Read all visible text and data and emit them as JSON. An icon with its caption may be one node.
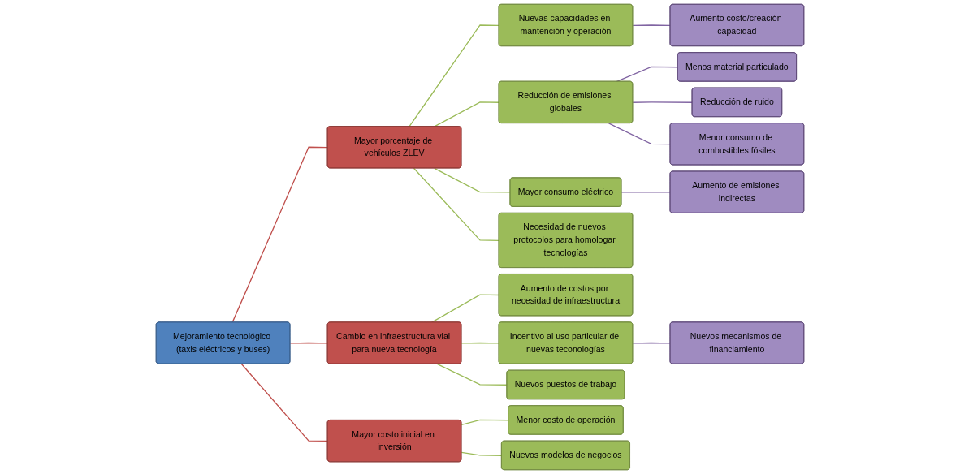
{
  "diagram": {
    "nodes": [
      {
        "text": [
          "Mejoramiento tecnológico (taxis eléctricos y buses)"
        ]
      },
      {
        "text": [
          "Mayor porcentaje de vehículos ZLEV"
        ]
      },
      {
        "text": [
          "Nuevas capacidades en mantención y operación"
        ]
      },
      {
        "text": [
          "Aumento costo/creación capacidad"
        ]
      },
      {
        "text": [
          "Reducción de emisiones globales"
        ]
      },
      {
        "text": [
          "Menos material particulado"
        ]
      },
      {
        "text": [
          "Reducción de ruido"
        ]
      },
      {
        "text": [
          "Menor consumo de combustibles fósiles"
        ]
      },
      {
        "text": [
          "Mayor consumo eléctrico"
        ]
      },
      {
        "text": [
          "Aumento de emisiones indirectas"
        ]
      },
      {
        "text": [
          "Necesidad de nuevos protocolos para homologar tecnologías"
        ]
      },
      {
        "text": [
          "Cambio en infraestructura vial para nueva tecnología"
        ]
      },
      {
        "text": [
          "Aumento de costos por necesidad de infraestructura"
        ]
      },
      {
        "text": [
          "Incentivo al uso particular de nuevas teconologías"
        ]
      },
      {
        "text": [
          "Nuevos mecanismos de financiamiento"
        ]
      },
      {
        "text": [
          "Nuevos puestos de trabajo"
        ]
      },
      {
        "text": [
          "Mayor costo inicial en inversión"
        ]
      },
      {
        "text": [
          "Menor costo de operación"
        ]
      },
      {
        "text": [
          "Nuevos modelos de negocios"
        ]
      }
    ],
    "edges": [
      {
        "from": 0,
        "to": 1,
        "arrow": "none",
        "color": "#c0504d"
      },
      {
        "from": 0,
        "to": 11,
        "arrow": "none",
        "color": "#c0504d"
      },
      {
        "from": 0,
        "to": 16,
        "arrow": "none",
        "color": "#c0504d"
      },
      {
        "from": 1,
        "to": 2,
        "arrow": "none"
      },
      {
        "from": 1,
        "to": 4,
        "arrow": "none"
      },
      {
        "from": 1,
        "to": 8,
        "arrow": "none"
      },
      {
        "from": 1,
        "to": 10,
        "arrow": "none"
      },
      {
        "from": 2,
        "to": 3,
        "arrow": "none",
        "color": "#8064a2"
      },
      {
        "from": 4,
        "to": 5,
        "arrow": "none",
        "color": "#8064a2"
      },
      {
        "from": 4,
        "to": 6,
        "arrow": "none",
        "color": "#8064a2"
      },
      {
        "from": 4,
        "to": 7,
        "arrow": "none",
        "color": "#8064a2"
      },
      {
        "from": 8,
        "to": 9,
        "arrow": "none",
        "color": "#8064a2"
      },
      {
        "from": 11,
        "to": 12,
        "arrow": "none"
      },
      {
        "from": 11,
        "to": 13,
        "arrow": "none"
      },
      {
        "from": 11,
        "to": 15,
        "arrow": "none"
      },
      {
        "from": 13,
        "to": 14,
        "arrow": "none",
        "color": "#8064a2"
      },
      {
        "from": 16,
        "to": 17,
        "arrow": "none"
      },
      {
        "from": 16,
        "to": 18,
        "arrow": "none"
      }
    ]
  }
}
